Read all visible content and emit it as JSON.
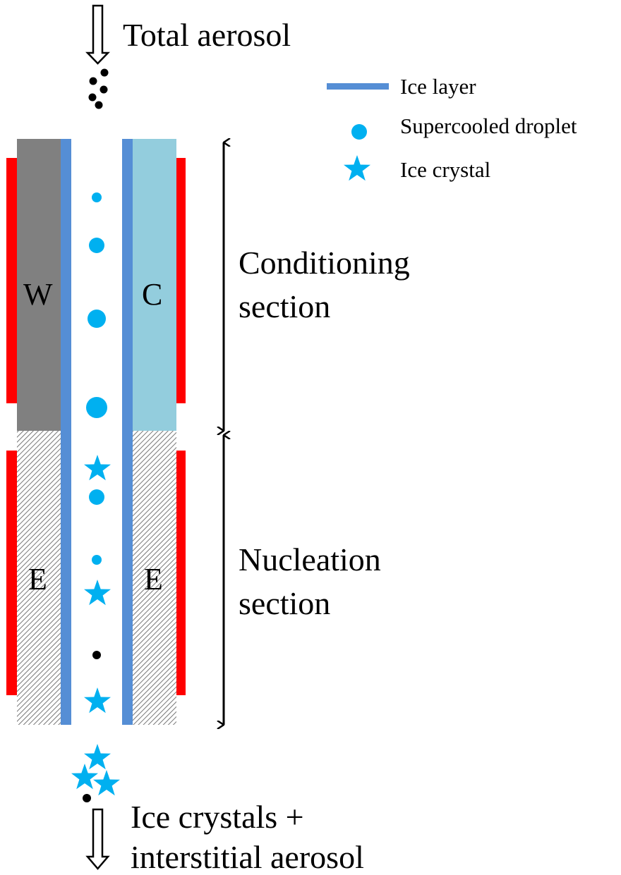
{
  "title": "Ice nucleation chamber schematic",
  "inlet_label": "Total aerosol",
  "outlet_label_line1": "Ice crystals +",
  "outlet_label_line2": "interstitial aerosol",
  "legend": {
    "ice_layer": "Ice layer",
    "droplet": "Supercooled droplet",
    "crystal": "Ice crystal"
  },
  "sections": {
    "conditioning_line1": "Conditioning",
    "conditioning_line2": "section",
    "nucleation_line1": "Nucleation",
    "nucleation_line2": "section"
  },
  "walls": {
    "warm": "W",
    "cold": "C",
    "evap_left": "E",
    "evap_right": "E"
  },
  "colors": {
    "ice_layer": "#558ED5",
    "droplet": "#00B0F0",
    "heater": "#FF0000",
    "warm_wall": "#808080",
    "cold_wall": "#93CDDD",
    "aerosol": "#000000"
  }
}
